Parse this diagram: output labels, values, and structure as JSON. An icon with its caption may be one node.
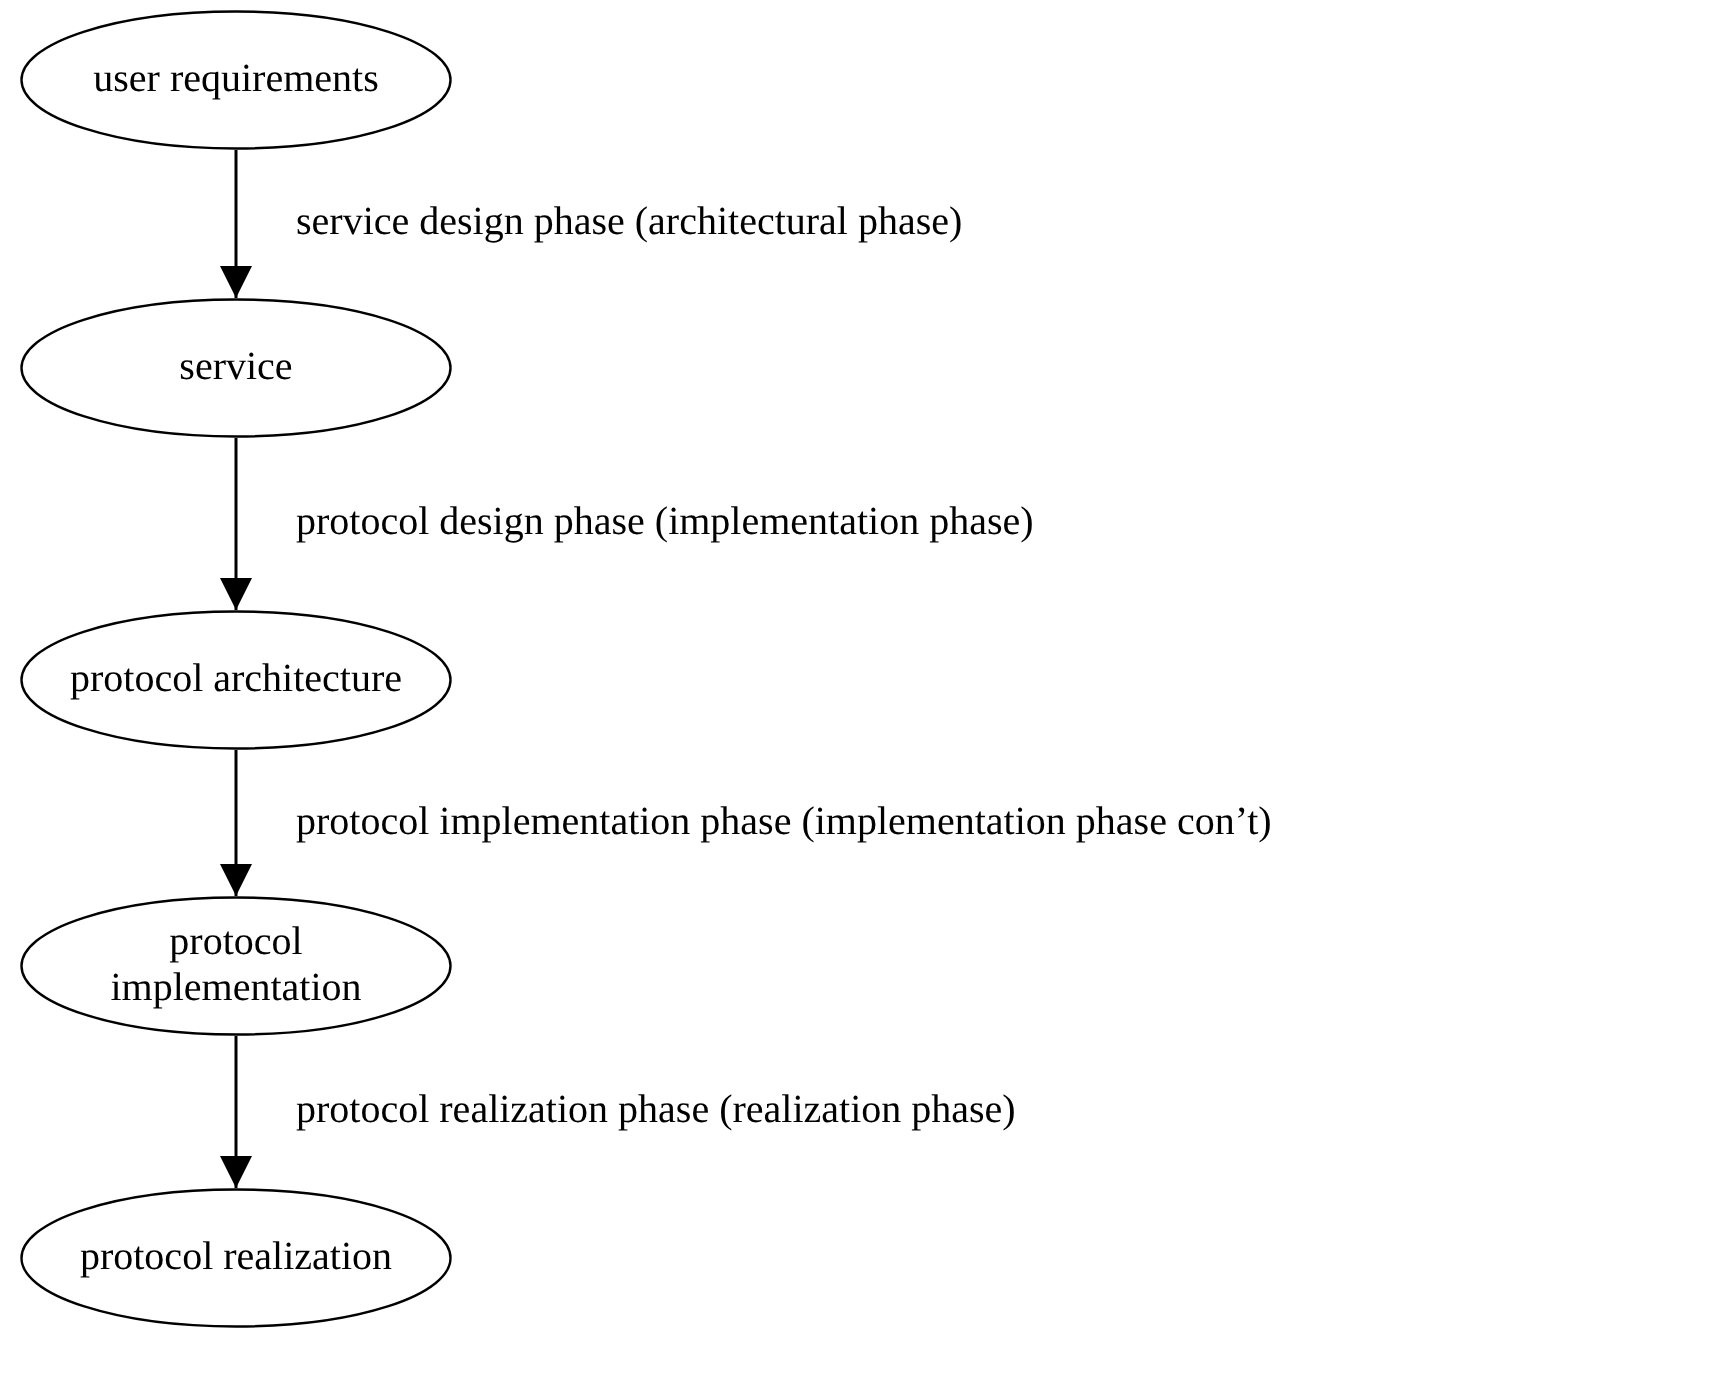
{
  "diagram": {
    "nodes": [
      {
        "text": [
          "user requirements"
        ]
      },
      {
        "text": [
          "service"
        ]
      },
      {
        "text": [
          "protocol architecture"
        ]
      },
      {
        "text": [
          "protocol implementation"
        ]
      },
      {
        "text": [
          "protocol realization"
        ]
      }
    ],
    "edges": [
      {
        "from": 0,
        "to": 1,
        "arrow": "to",
        "label": "service design phase (architectural phase)"
      },
      {
        "from": 1,
        "to": 2,
        "arrow": "to",
        "label": "protocol design phase (implementation phase)"
      },
      {
        "from": 2,
        "to": 3,
        "arrow": "to",
        "label": "protocol implementation phase (implementation phase con’t)"
      },
      {
        "from": 3,
        "to": 4,
        "arrow": "to",
        "label": "protocol realization phase (realization phase)"
      }
    ]
  }
}
